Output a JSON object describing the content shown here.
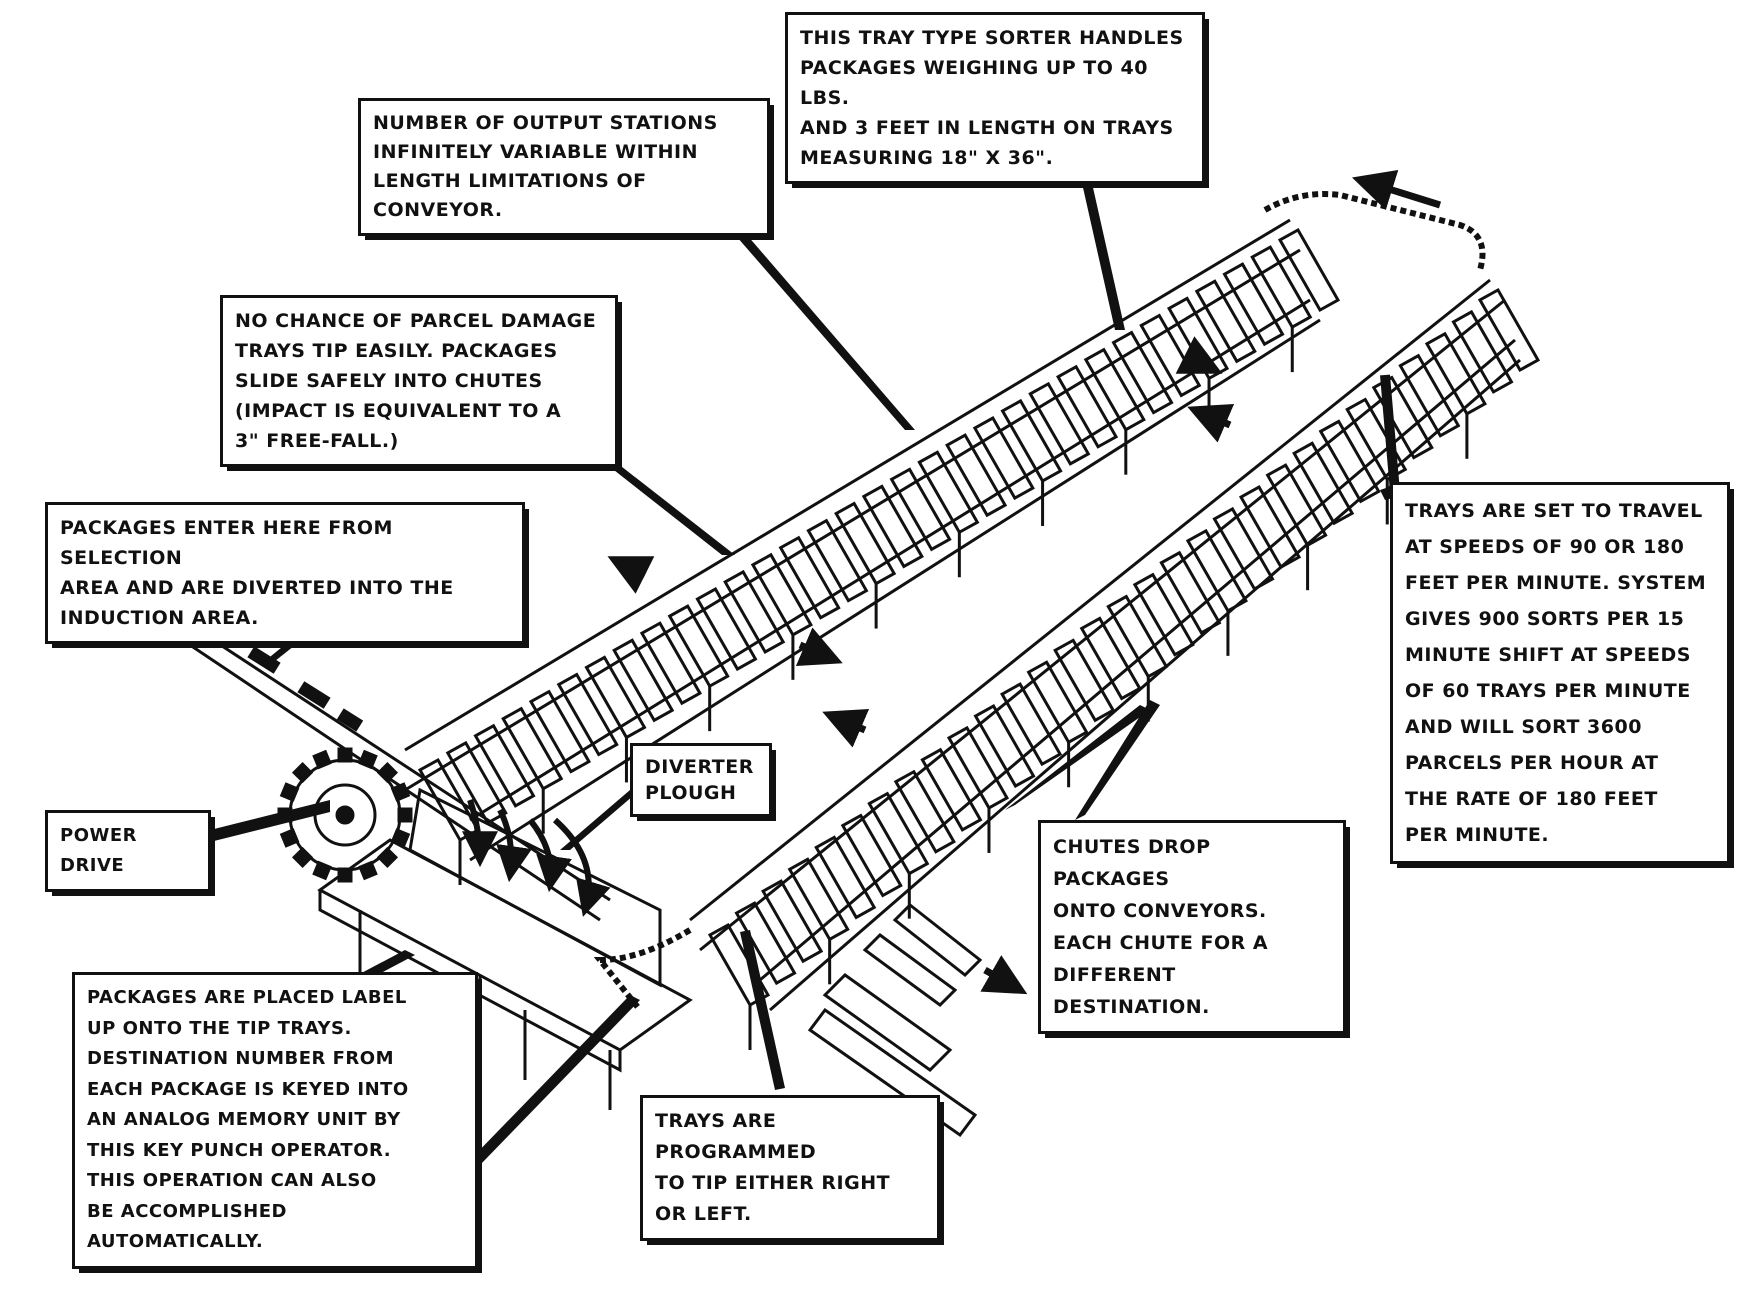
{
  "callouts": {
    "tray_sorter": "THIS TRAY TYPE SORTER HANDLES\nPACKAGES WEIGHING UP TO 40 LBS.\nAND 3 FEET IN LENGTH ON TRAYS\nMEASURING 18\" X 36\".",
    "output_stations": "NUMBER OF OUTPUT STATIONS\nINFINITELY VARIABLE WITHIN\nLENGTH LIMITATIONS OF CONVEYOR.",
    "parcel_damage": "NO CHANCE OF PARCEL DAMAGE\nTRAYS TIP EASILY. PACKAGES\nSLIDE SAFELY INTO CHUTES\n(IMPACT IS EQUIVALENT TO A\n3\" FREE-FALL.)",
    "packages_enter": "PACKAGES ENTER HERE FROM SELECTION\nAREA AND ARE DIVERTED INTO THE\nINDUCTION AREA.",
    "trays_speed": "TRAYS ARE SET TO TRAVEL\nAT SPEEDS OF 90 OR 180\nFEET PER MINUTE. SYSTEM\nGIVES 900 SORTS PER 15\nMINUTE SHIFT AT SPEEDS\nOF 60 TRAYS PER MINUTE\nAND WILL SORT 3600\nPARCELS PER HOUR AT\nTHE RATE OF 180 FEET\nPER MINUTE.",
    "diverter_plough": "DIVERTER\nPLOUGH",
    "power_drive": "POWER DRIVE",
    "chutes_drop": "CHUTES DROP PACKAGES\nONTO CONVEYORS.\nEACH CHUTE FOR A\nDIFFERENT DESTINATION.",
    "packages_placed": "PACKAGES ARE PLACED LABEL\nUP ONTO THE TIP TRAYS.\nDESTINATION NUMBER FROM\nEACH PACKAGE IS KEYED INTO\nAN ANALOG MEMORY UNIT BY\nTHIS KEY PUNCH OPERATOR.\nTHIS OPERATION CAN ALSO\nBE ACCOMPLISHED AUTOMATICALLY.",
    "trays_programmed": "TRAYS ARE PROGRAMMED\nTO TIP EITHER RIGHT\nOR LEFT."
  },
  "colors": {
    "ink": "#111111",
    "paper": "#ffffff"
  }
}
